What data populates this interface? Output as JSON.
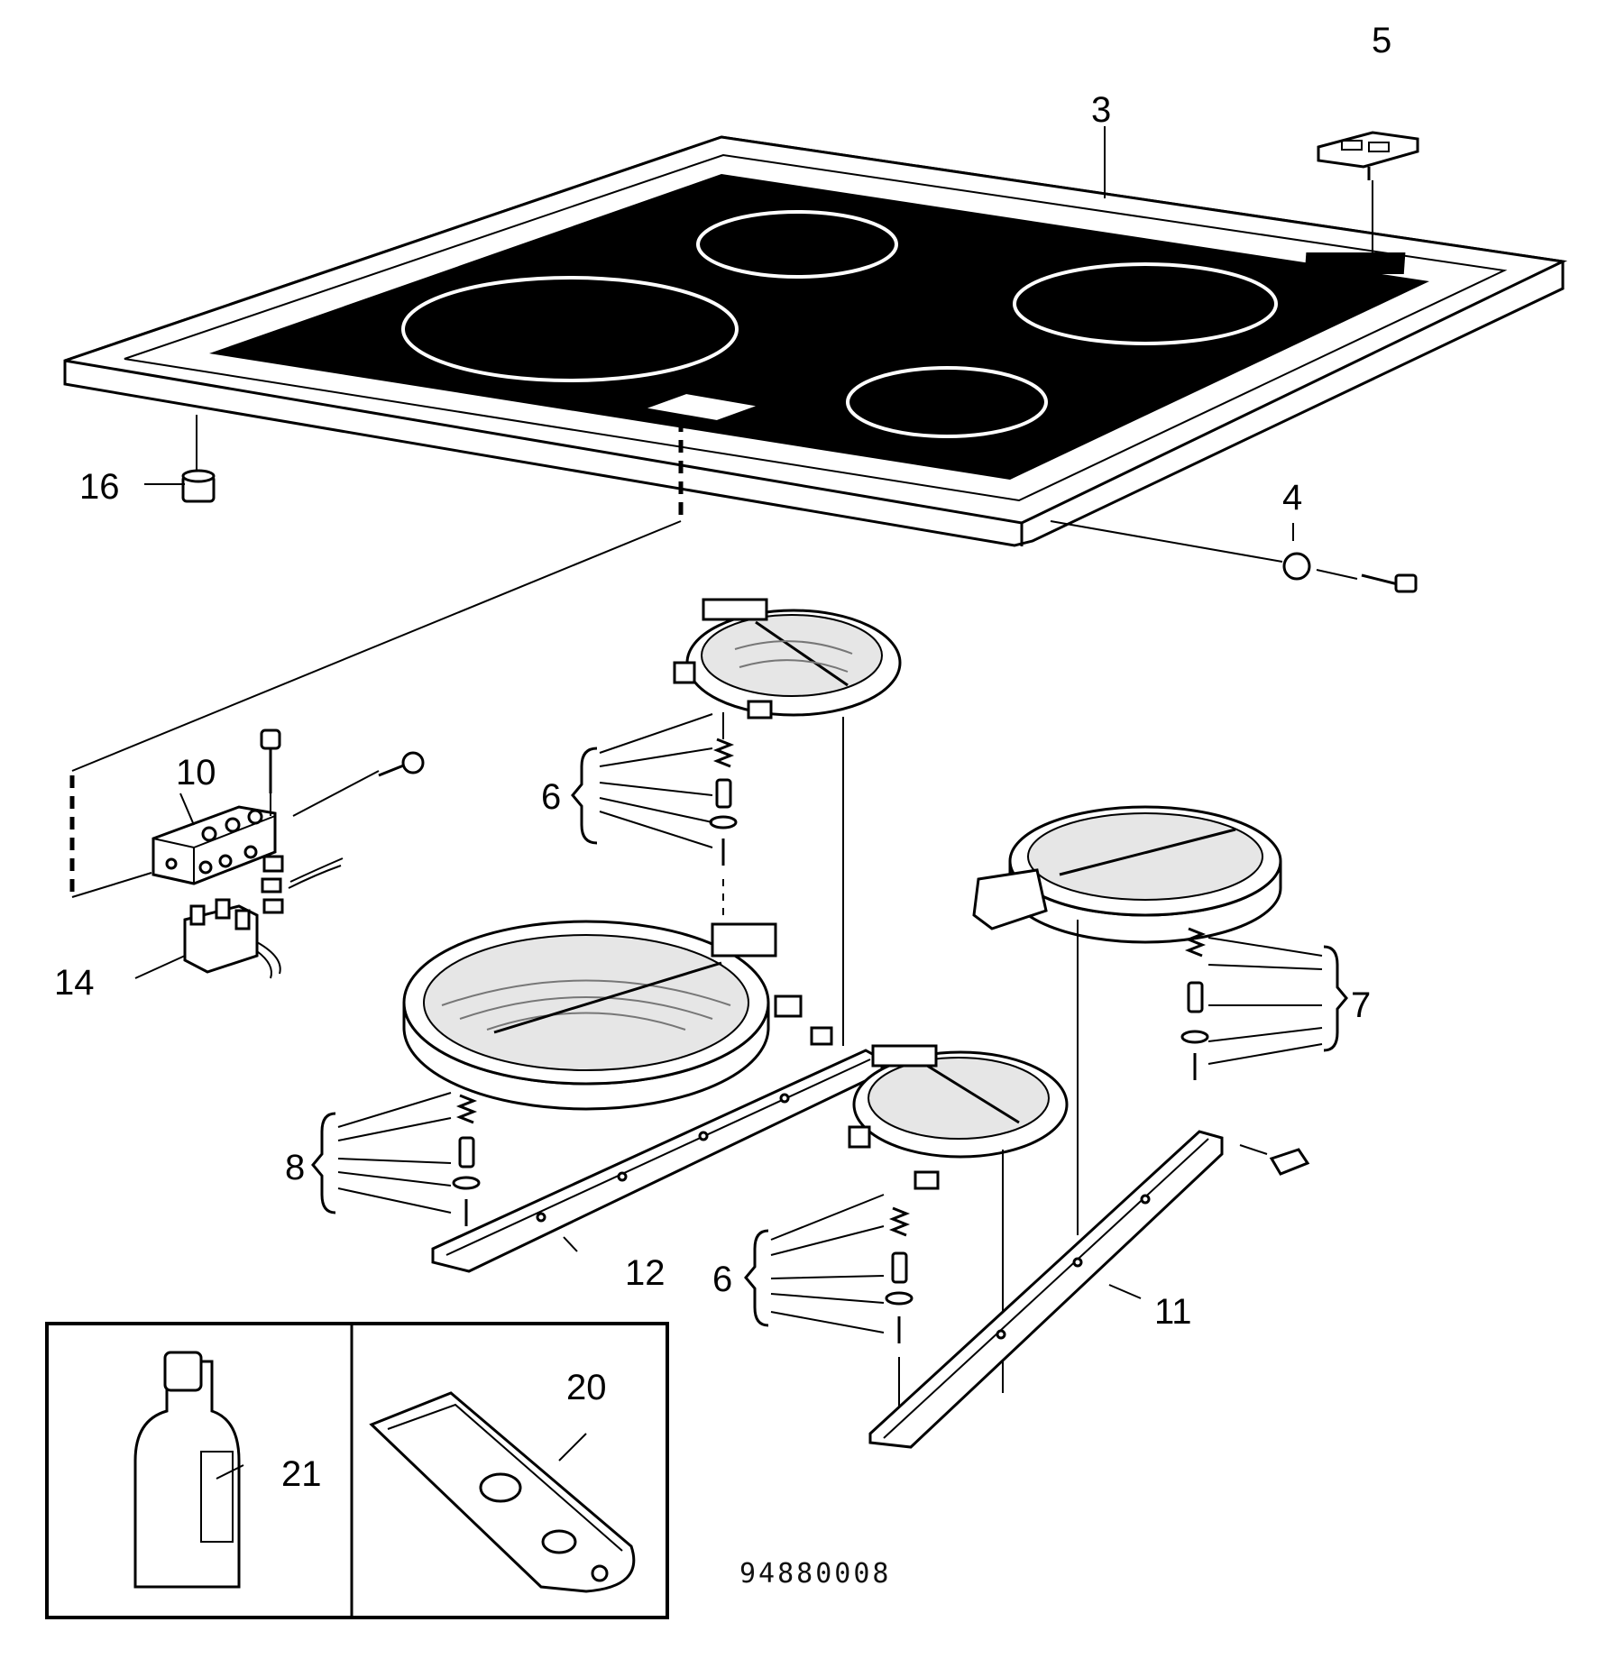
{
  "diagram": {
    "drawing_number": "94880008",
    "callouts": [
      "3",
      "4",
      "5",
      "6",
      "6",
      "7",
      "8",
      "10",
      "11",
      "12",
      "14",
      "16",
      "20",
      "21"
    ]
  }
}
